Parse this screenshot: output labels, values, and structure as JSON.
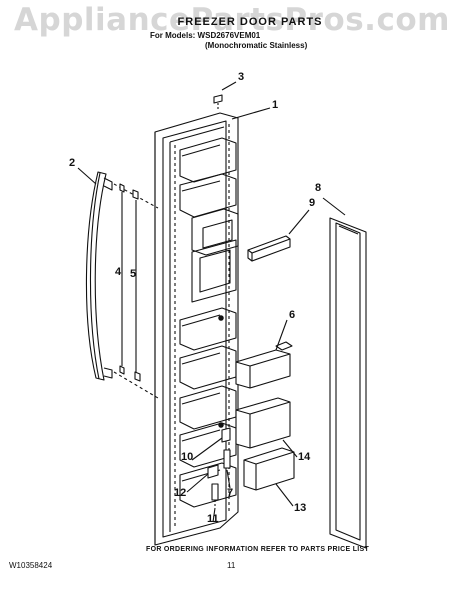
{
  "watermark": "AppliancePartsPros.com",
  "header": {
    "title": "FREEZER DOOR PARTS",
    "models_line": "For Models: WSD2676VEM01",
    "subtitle": "(Monochromatic Stainless)"
  },
  "callouts": [
    "1",
    "2",
    "3",
    "4",
    "5",
    "6",
    "7",
    "8",
    "9",
    "10",
    "11",
    "12",
    "13",
    "14"
  ],
  "footer": {
    "ordering_note": "FOR ORDERING INFORMATION REFER TO PARTS PRICE LIST",
    "doc_number": "W10358424",
    "page_number": "11"
  }
}
